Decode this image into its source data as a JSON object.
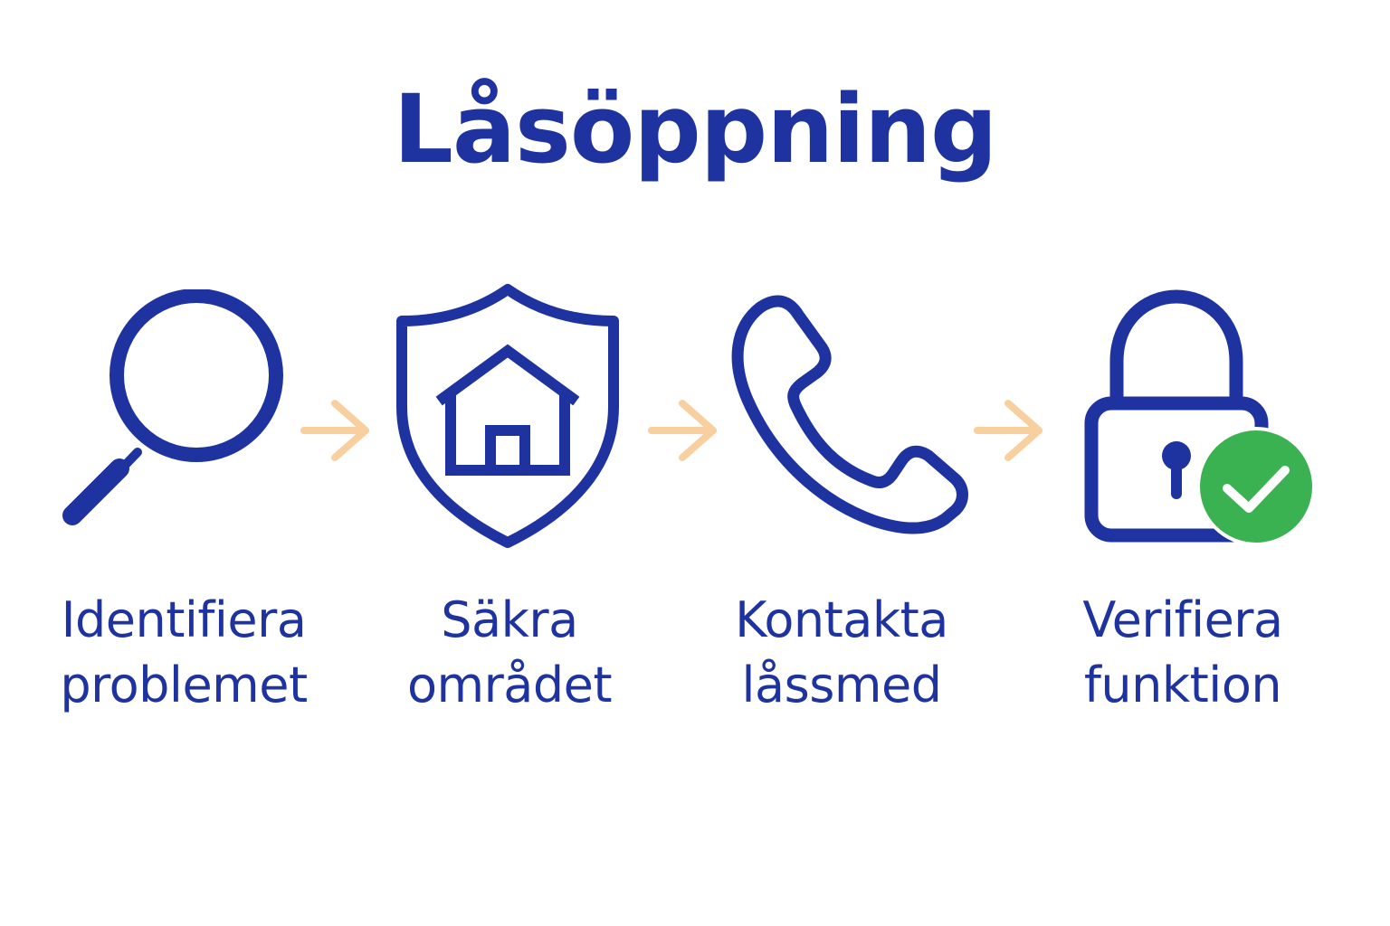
{
  "title": "Låsöppning",
  "colors": {
    "primary": "#1f33a0",
    "arrow": "#f8d0a0",
    "check": "#3bb251"
  },
  "steps": [
    {
      "icon": "magnifier-icon",
      "line1": "Identifiera",
      "line2": "problemet"
    },
    {
      "icon": "shield-house-icon",
      "line1": "Säkra",
      "line2": "området"
    },
    {
      "icon": "phone-icon",
      "line1": "Kontakta",
      "line2": "låssmed"
    },
    {
      "icon": "padlock-check-icon",
      "line1": "Verifiera",
      "line2": "funktion"
    }
  ]
}
